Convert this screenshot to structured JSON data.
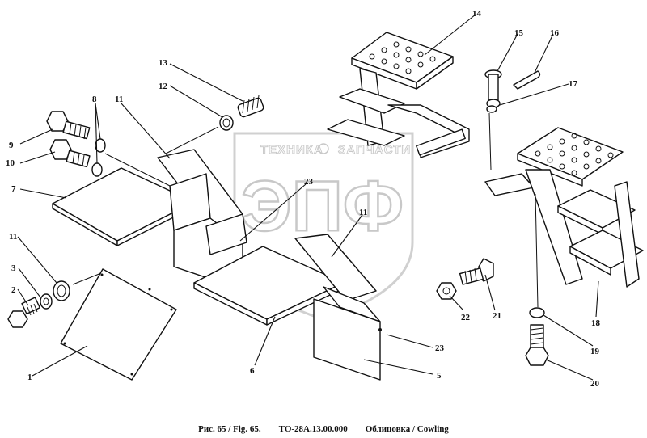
{
  "watermark": {
    "top_text": "ТЕХНИКА",
    "right_text": "ЗАПЧАСТИ",
    "big_text": "ЭПФ"
  },
  "callouts": {
    "c1": "1",
    "c2": "2",
    "c3": "3",
    "c5": "5",
    "c6": "6",
    "c7": "7",
    "c8": "8",
    "c9": "9",
    "c10": "10",
    "c11a": "11",
    "c11b": "11",
    "c11c": "11",
    "c12": "12",
    "c13": "13",
    "c14": "14",
    "c15": "15",
    "c16": "16",
    "c17": "17",
    "c18": "18",
    "c19": "19",
    "c20": "20",
    "c21": "21",
    "c22": "22",
    "c23a": "23",
    "c23b": "23"
  },
  "caption": {
    "fig": "Рис. 65 / Fig. 65.",
    "code": "ТО-28А.13.00.000",
    "title": "Облицовка / Cowling"
  }
}
